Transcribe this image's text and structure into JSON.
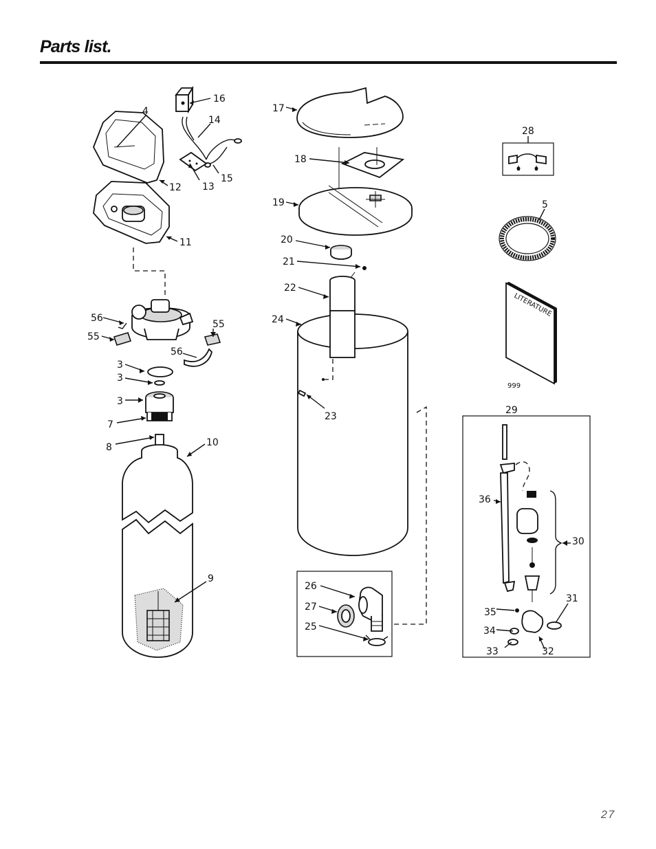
{
  "page": {
    "title": "Parts list.",
    "page_number": "27"
  },
  "diagram": {
    "literature_text": "LITERATURE",
    "callouts": [
      "4",
      "16",
      "14",
      "13",
      "15",
      "12",
      "11",
      "56",
      "55",
      "55",
      "56",
      "3",
      "3",
      "3",
      "7",
      "8",
      "10",
      "9",
      "17",
      "18",
      "19",
      "20",
      "21",
      "22",
      "24",
      "23",
      "26",
      "27",
      "25",
      "28",
      "5",
      "999",
      "29",
      "36",
      "30",
      "31",
      "35",
      "34",
      "33",
      "32"
    ]
  }
}
